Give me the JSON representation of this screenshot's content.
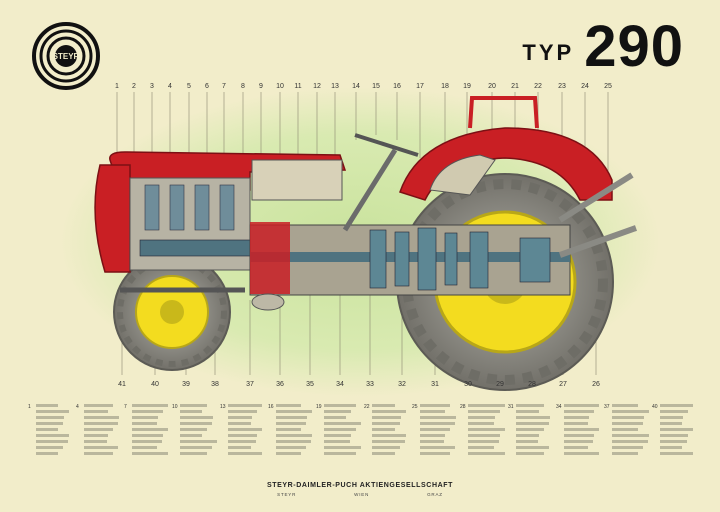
{
  "header": {
    "typ": "TYP",
    "model": "290"
  },
  "logo": {
    "name": "steyr-logo",
    "text": "STEYR"
  },
  "top_numbers": [
    "1",
    "2",
    "3",
    "4",
    "5",
    "6",
    "7",
    "8",
    "9",
    "10",
    "11",
    "12",
    "13",
    "14",
    "15",
    "16",
    "17",
    "18",
    "19",
    "20",
    "21",
    "22",
    "23",
    "24",
    "25"
  ],
  "bottom_numbers": [
    "41",
    "40",
    "39",
    "38",
    "37",
    "36",
    "35",
    "34",
    "33",
    "32",
    "31",
    "30",
    "29",
    "28",
    "27",
    "26"
  ],
  "legend_numbers": [
    "1",
    "4",
    "7",
    "10",
    "13",
    "16",
    "19",
    "22",
    "25",
    "28",
    "31",
    "34",
    "37",
    "40"
  ],
  "footer": {
    "company": "STEYR-DAIMLER-PUCH AKTIENGESELLSCHAFT",
    "cities": [
      "STEYR",
      "WIEN",
      "GRAZ"
    ]
  },
  "colors": {
    "background": "#f2edca",
    "tractor_red": "#c91f24",
    "wheel_yellow": "#f3dc1f",
    "tire": "#8c8c86",
    "halo_green": "#cfe6a8"
  }
}
